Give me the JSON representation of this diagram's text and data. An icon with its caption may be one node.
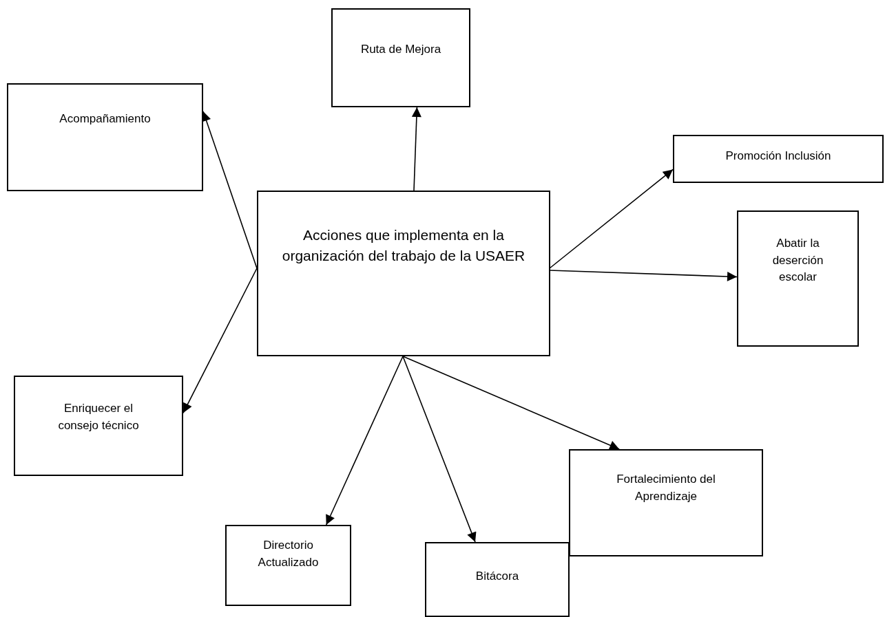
{
  "diagram": {
    "nodes": [
      {
        "text": [
          "Acciones que implementa en la organización del trabajo de la USAER"
        ]
      },
      {
        "text": [
          "Ruta de Mejora"
        ]
      },
      {
        "text": [
          "Acompañamiento"
        ]
      },
      {
        "text": [
          "Promoción Inclusión"
        ]
      },
      {
        "text": [
          "Abatir la deserción escolar"
        ]
      },
      {
        "text": [
          "Enriquecer el consejo técnico"
        ]
      },
      {
        "text": [
          "Fortalecimiento del Aprendizaje"
        ]
      },
      {
        "text": [
          "Directorio Actualizado"
        ]
      },
      {
        "text": [
          "Bitácora"
        ]
      }
    ],
    "edges": [
      {
        "from": 0,
        "to": 1,
        "arrow": "to"
      },
      {
        "from": 0,
        "to": 2,
        "arrow": "to"
      },
      {
        "from": 0,
        "to": 3,
        "arrow": "to"
      },
      {
        "from": 0,
        "to": 4,
        "arrow": "to"
      },
      {
        "from": 0,
        "to": 5,
        "arrow": "to"
      },
      {
        "from": 0,
        "to": 6,
        "arrow": "to"
      },
      {
        "from": 0,
        "to": 7,
        "arrow": "to"
      },
      {
        "from": 0,
        "to": 8,
        "arrow": "to"
      }
    ]
  }
}
